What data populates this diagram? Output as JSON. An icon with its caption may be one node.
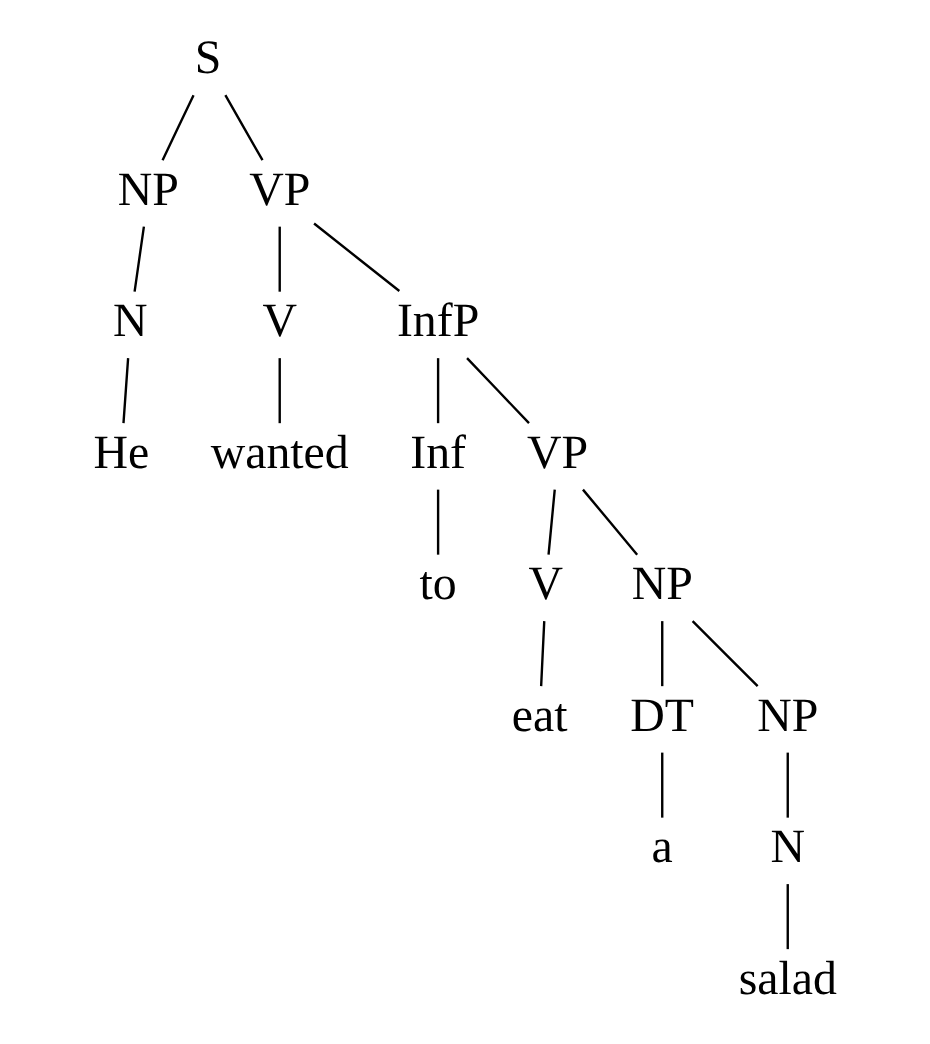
{
  "diagram": {
    "nodes": [
      {
        "text": [
          "S"
        ]
      },
      {
        "text": [
          "NP"
        ]
      },
      {
        "text": [
          "VP"
        ]
      },
      {
        "text": [
          "N"
        ]
      },
      {
        "text": [
          "V"
        ]
      },
      {
        "text": [
          "InfP"
        ]
      },
      {
        "text": [
          "He"
        ]
      },
      {
        "text": [
          "wanted"
        ]
      },
      {
        "text": [
          "Inf"
        ]
      },
      {
        "text": [
          "VP"
        ]
      },
      {
        "text": [
          "to"
        ]
      },
      {
        "text": [
          "V"
        ]
      },
      {
        "text": [
          "NP"
        ]
      },
      {
        "text": [
          "eat"
        ]
      },
      {
        "text": [
          "DT"
        ]
      },
      {
        "text": [
          "NP"
        ]
      },
      {
        "text": [
          "a"
        ]
      },
      {
        "text": [
          "N"
        ]
      },
      {
        "text": [
          "salad"
        ]
      }
    ],
    "edges": [
      {
        "from": 0,
        "to": 1,
        "arrow": "none"
      },
      {
        "from": 0,
        "to": 2,
        "arrow": "none"
      },
      {
        "from": 1,
        "to": 3,
        "arrow": "none"
      },
      {
        "from": 3,
        "to": 6,
        "arrow": "none"
      },
      {
        "from": 2,
        "to": 4,
        "arrow": "none"
      },
      {
        "from": 2,
        "to": 5,
        "arrow": "none"
      },
      {
        "from": 4,
        "to": 7,
        "arrow": "none"
      },
      {
        "from": 5,
        "to": 8,
        "arrow": "none"
      },
      {
        "from": 5,
        "to": 9,
        "arrow": "none"
      },
      {
        "from": 8,
        "to": 10,
        "arrow": "none"
      },
      {
        "from": 9,
        "to": 11,
        "arrow": "none"
      },
      {
        "from": 9,
        "to": 12,
        "arrow": "none"
      },
      {
        "from": 11,
        "to": 13,
        "arrow": "none"
      },
      {
        "from": 12,
        "to": 14,
        "arrow": "none"
      },
      {
        "from": 12,
        "to": 15,
        "arrow": "none"
      },
      {
        "from": 14,
        "to": 16,
        "arrow": "none"
      },
      {
        "from": 15,
        "to": 17,
        "arrow": "none"
      },
      {
        "from": 17,
        "to": 18,
        "arrow": "none"
      }
    ]
  }
}
